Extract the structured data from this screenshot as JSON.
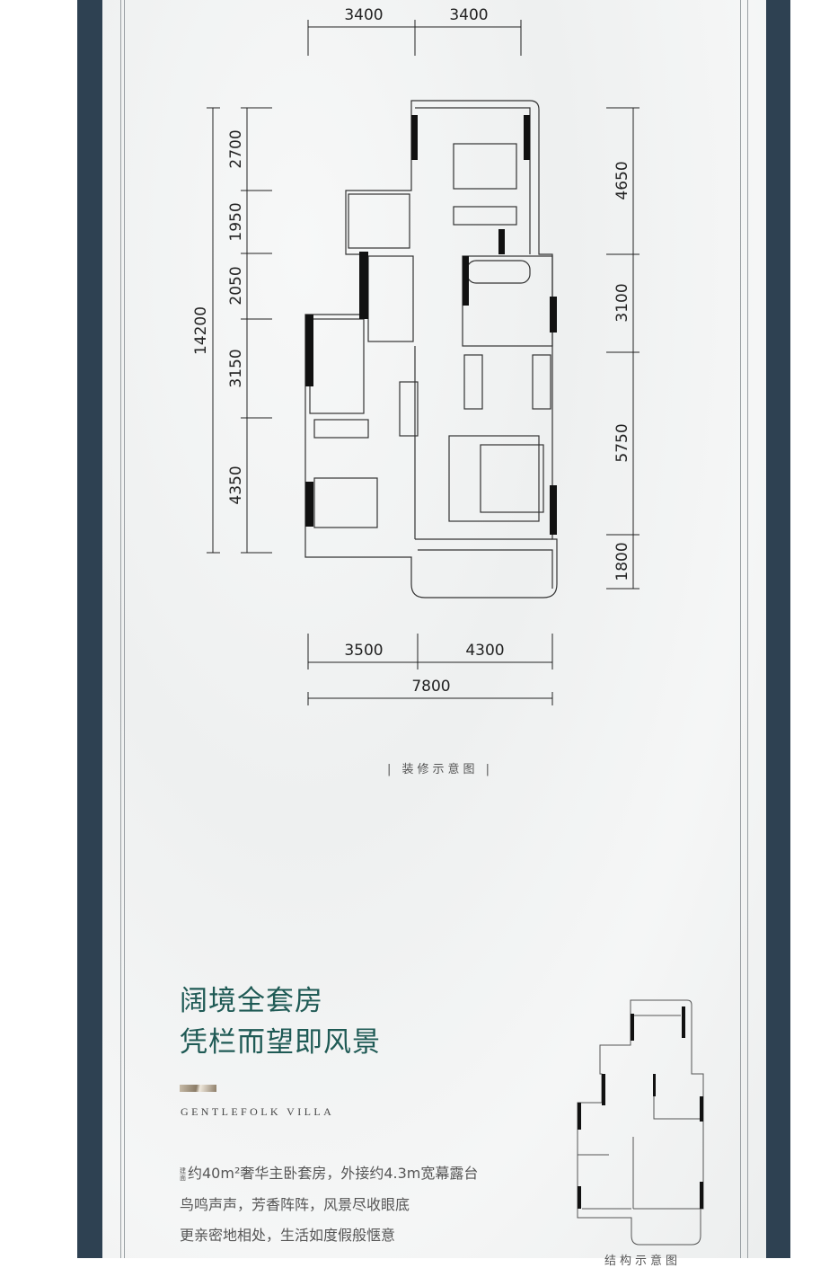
{
  "brochure": {
    "colors": {
      "frame": "#2e4152",
      "title": "#1f5a55"
    },
    "floor_plan": {
      "top_dims": [
        "3400",
        "3400"
      ],
      "left_total": "14200",
      "left_dims": [
        "2700",
        "1950",
        "2050",
        "3150",
        "4350"
      ],
      "right_dims": [
        "4650",
        "3100",
        "5750",
        "1800"
      ],
      "bottom_dims": [
        "3500",
        "4300"
      ],
      "bottom_total": "7800",
      "caption": "| 装修示意图 |"
    },
    "headline": {
      "line1": "阔境全套房",
      "line2": "凭栏而望即风景"
    },
    "brand_en": "GENTLEFOLK VILLA",
    "description": {
      "prefix": "建面",
      "line1": "约40m²奢华主卧套房，外接约4.3m宽幕露台",
      "line2": "鸟鸣声声，芳香阵阵，风景尽收眼底",
      "line3": "更亲密地相处，生活如度假般惬意"
    },
    "structure_caption": "结构示意图"
  }
}
